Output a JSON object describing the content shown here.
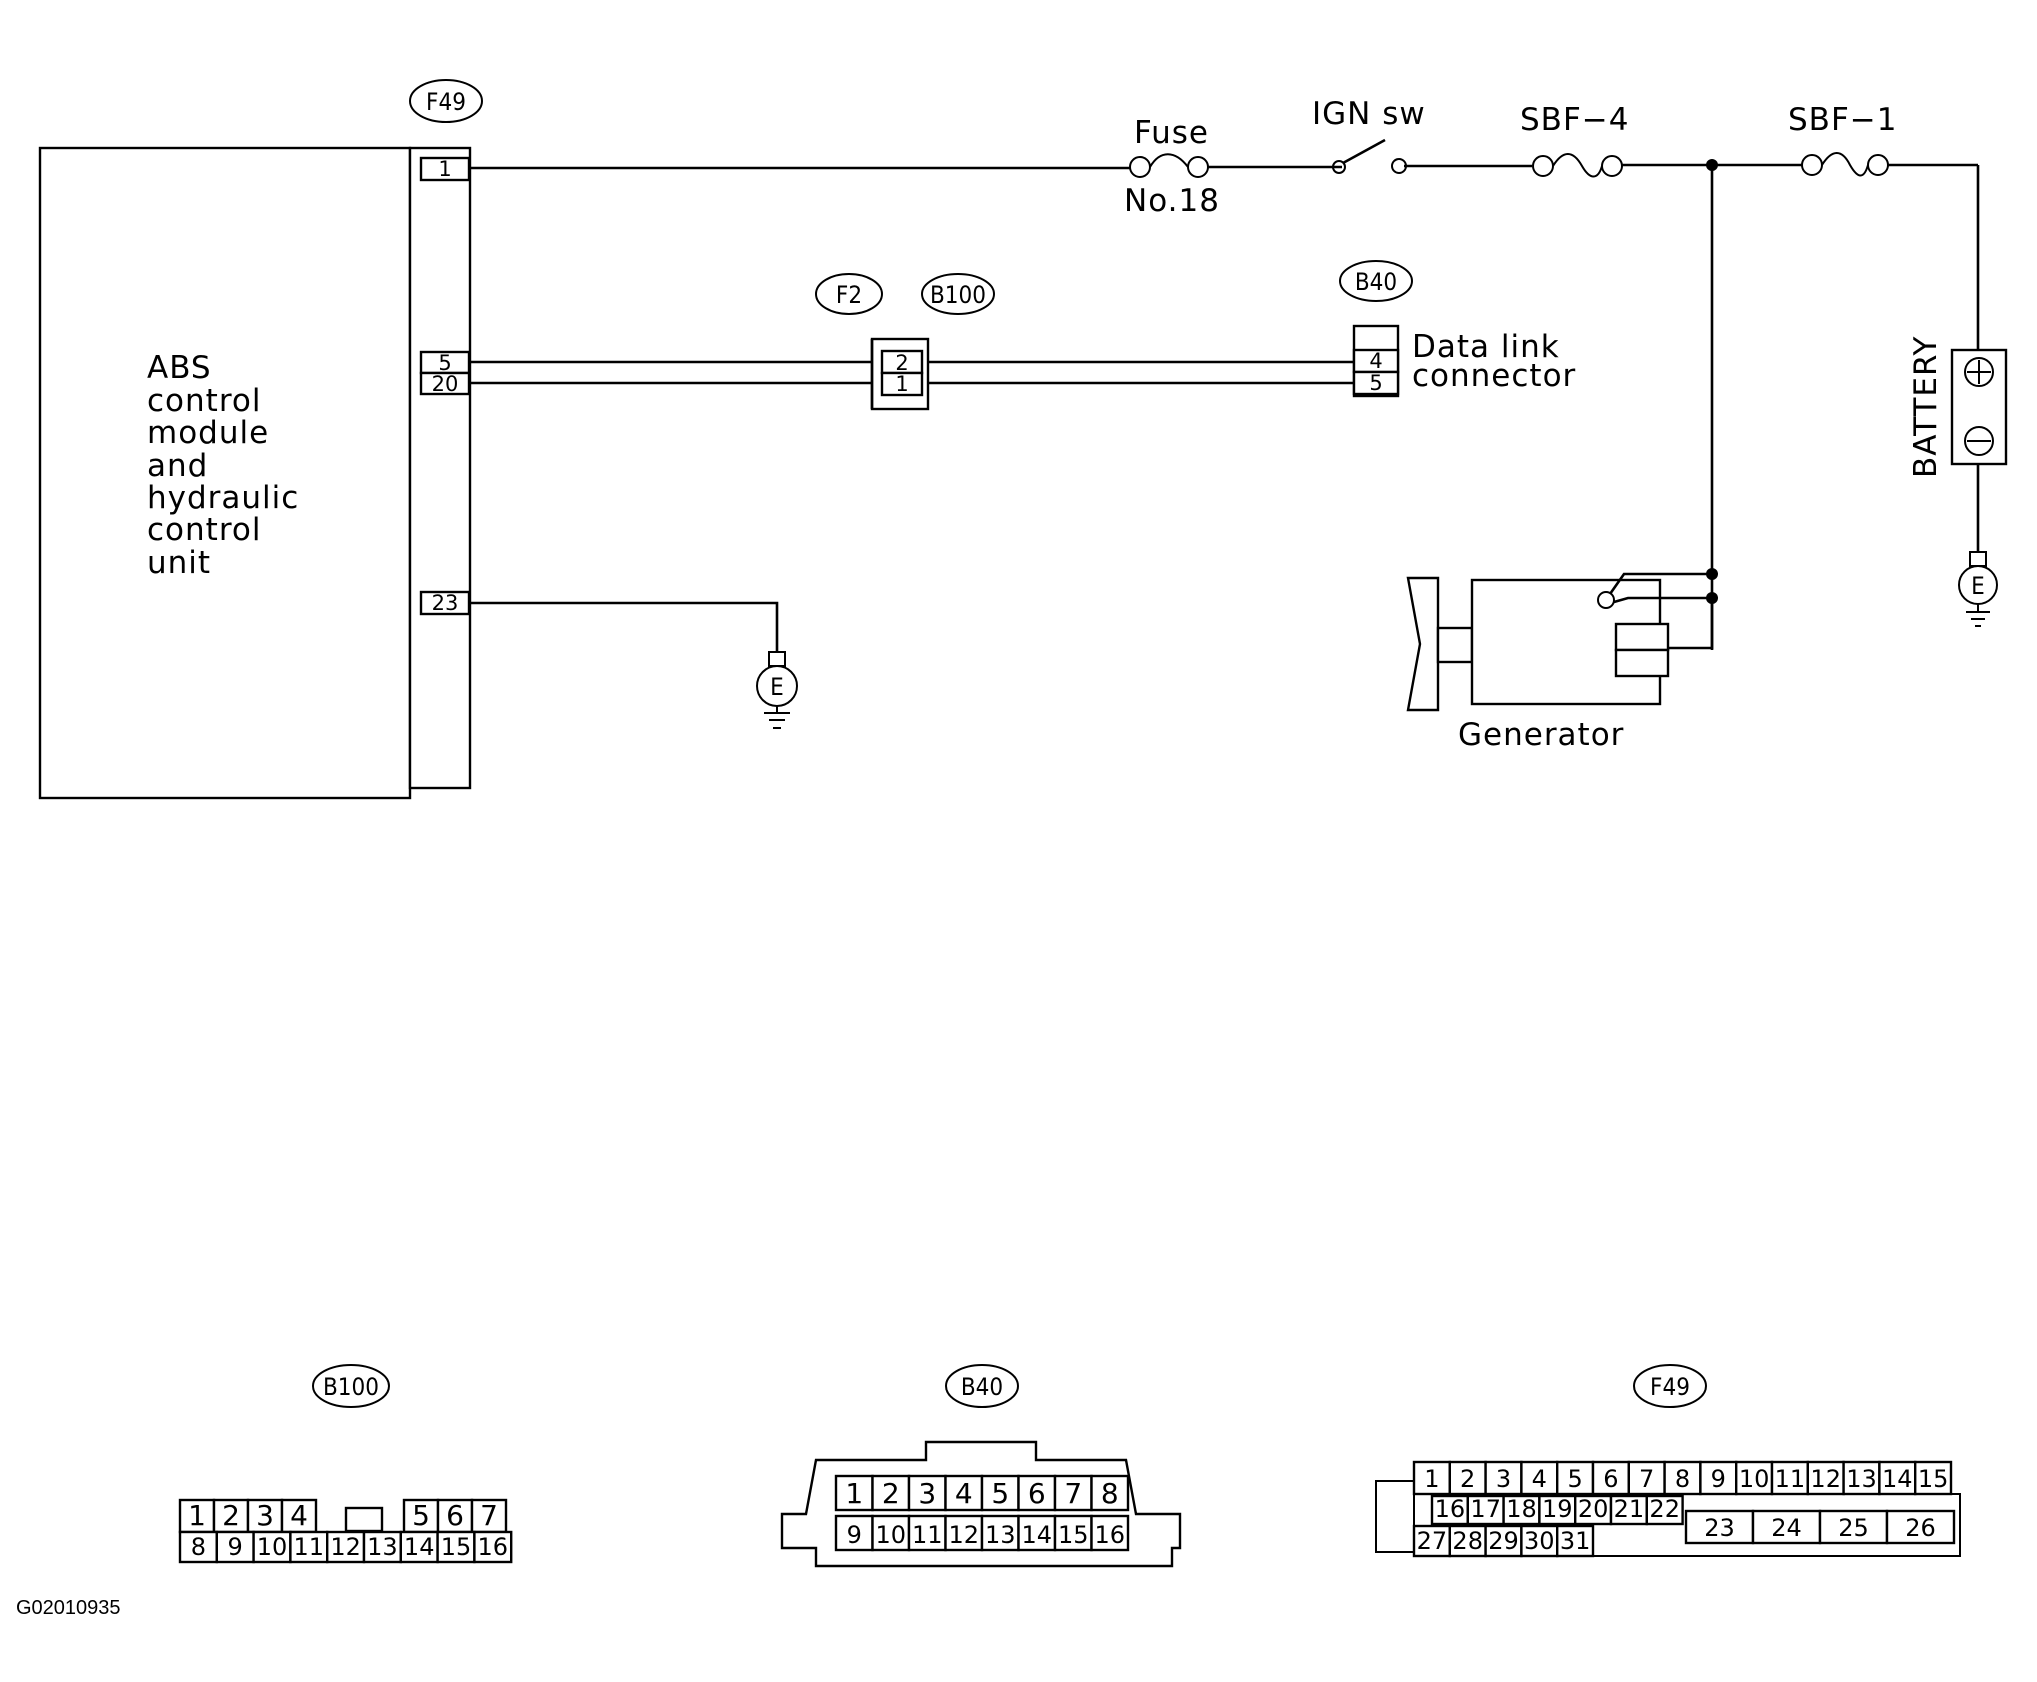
{
  "diagram": {
    "module": {
      "lines": [
        "ABS",
        "control",
        "module",
        "and",
        "hydraulic",
        "control",
        "unit"
      ],
      "connector_tag": "F49",
      "pins": {
        "p1": "1",
        "p5": "5",
        "p20": "20",
        "p23": "23"
      }
    },
    "ground_symbol": "E",
    "fuse": {
      "label": "Fuse",
      "number": "No.18"
    },
    "ign_switch": "IGN sw",
    "sbf4": "SBF−4",
    "sbf1": "SBF−1",
    "battery": "BATTERY",
    "generator": "Generator",
    "f2_tag": "F2",
    "b100_tag": "B100",
    "b40_tag": "B40",
    "f2_pins": {
      "top": "2",
      "bottom": "1"
    },
    "dlc": {
      "line1": "Data link",
      "line2": "connector",
      "pin_top": "4",
      "pin_bottom": "5"
    }
  },
  "connectors": {
    "b100": {
      "tag": "B100",
      "row1": [
        "1",
        "2",
        "3",
        "4",
        "",
        "5",
        "6",
        "7"
      ],
      "row2": [
        "8",
        "9",
        "10",
        "11",
        "12",
        "13",
        "14",
        "15",
        "16"
      ]
    },
    "b40": {
      "tag": "B40",
      "row1": [
        "1",
        "2",
        "3",
        "4",
        "5",
        "6",
        "7",
        "8"
      ],
      "row2": [
        "9",
        "10",
        "11",
        "12",
        "13",
        "14",
        "15",
        "16"
      ]
    },
    "f49": {
      "tag": "F49",
      "row1": [
        "1",
        "2",
        "3",
        "4",
        "5",
        "6",
        "7",
        "8",
        "9",
        "10",
        "11",
        "12",
        "13",
        "14",
        "15"
      ],
      "row2": [
        "16",
        "17",
        "18",
        "19",
        "20",
        "21",
        "22"
      ],
      "row3": [
        "27",
        "28",
        "29",
        "30",
        "31"
      ],
      "big": [
        "23",
        "24",
        "25",
        "26"
      ]
    }
  },
  "caption": "G02010935"
}
